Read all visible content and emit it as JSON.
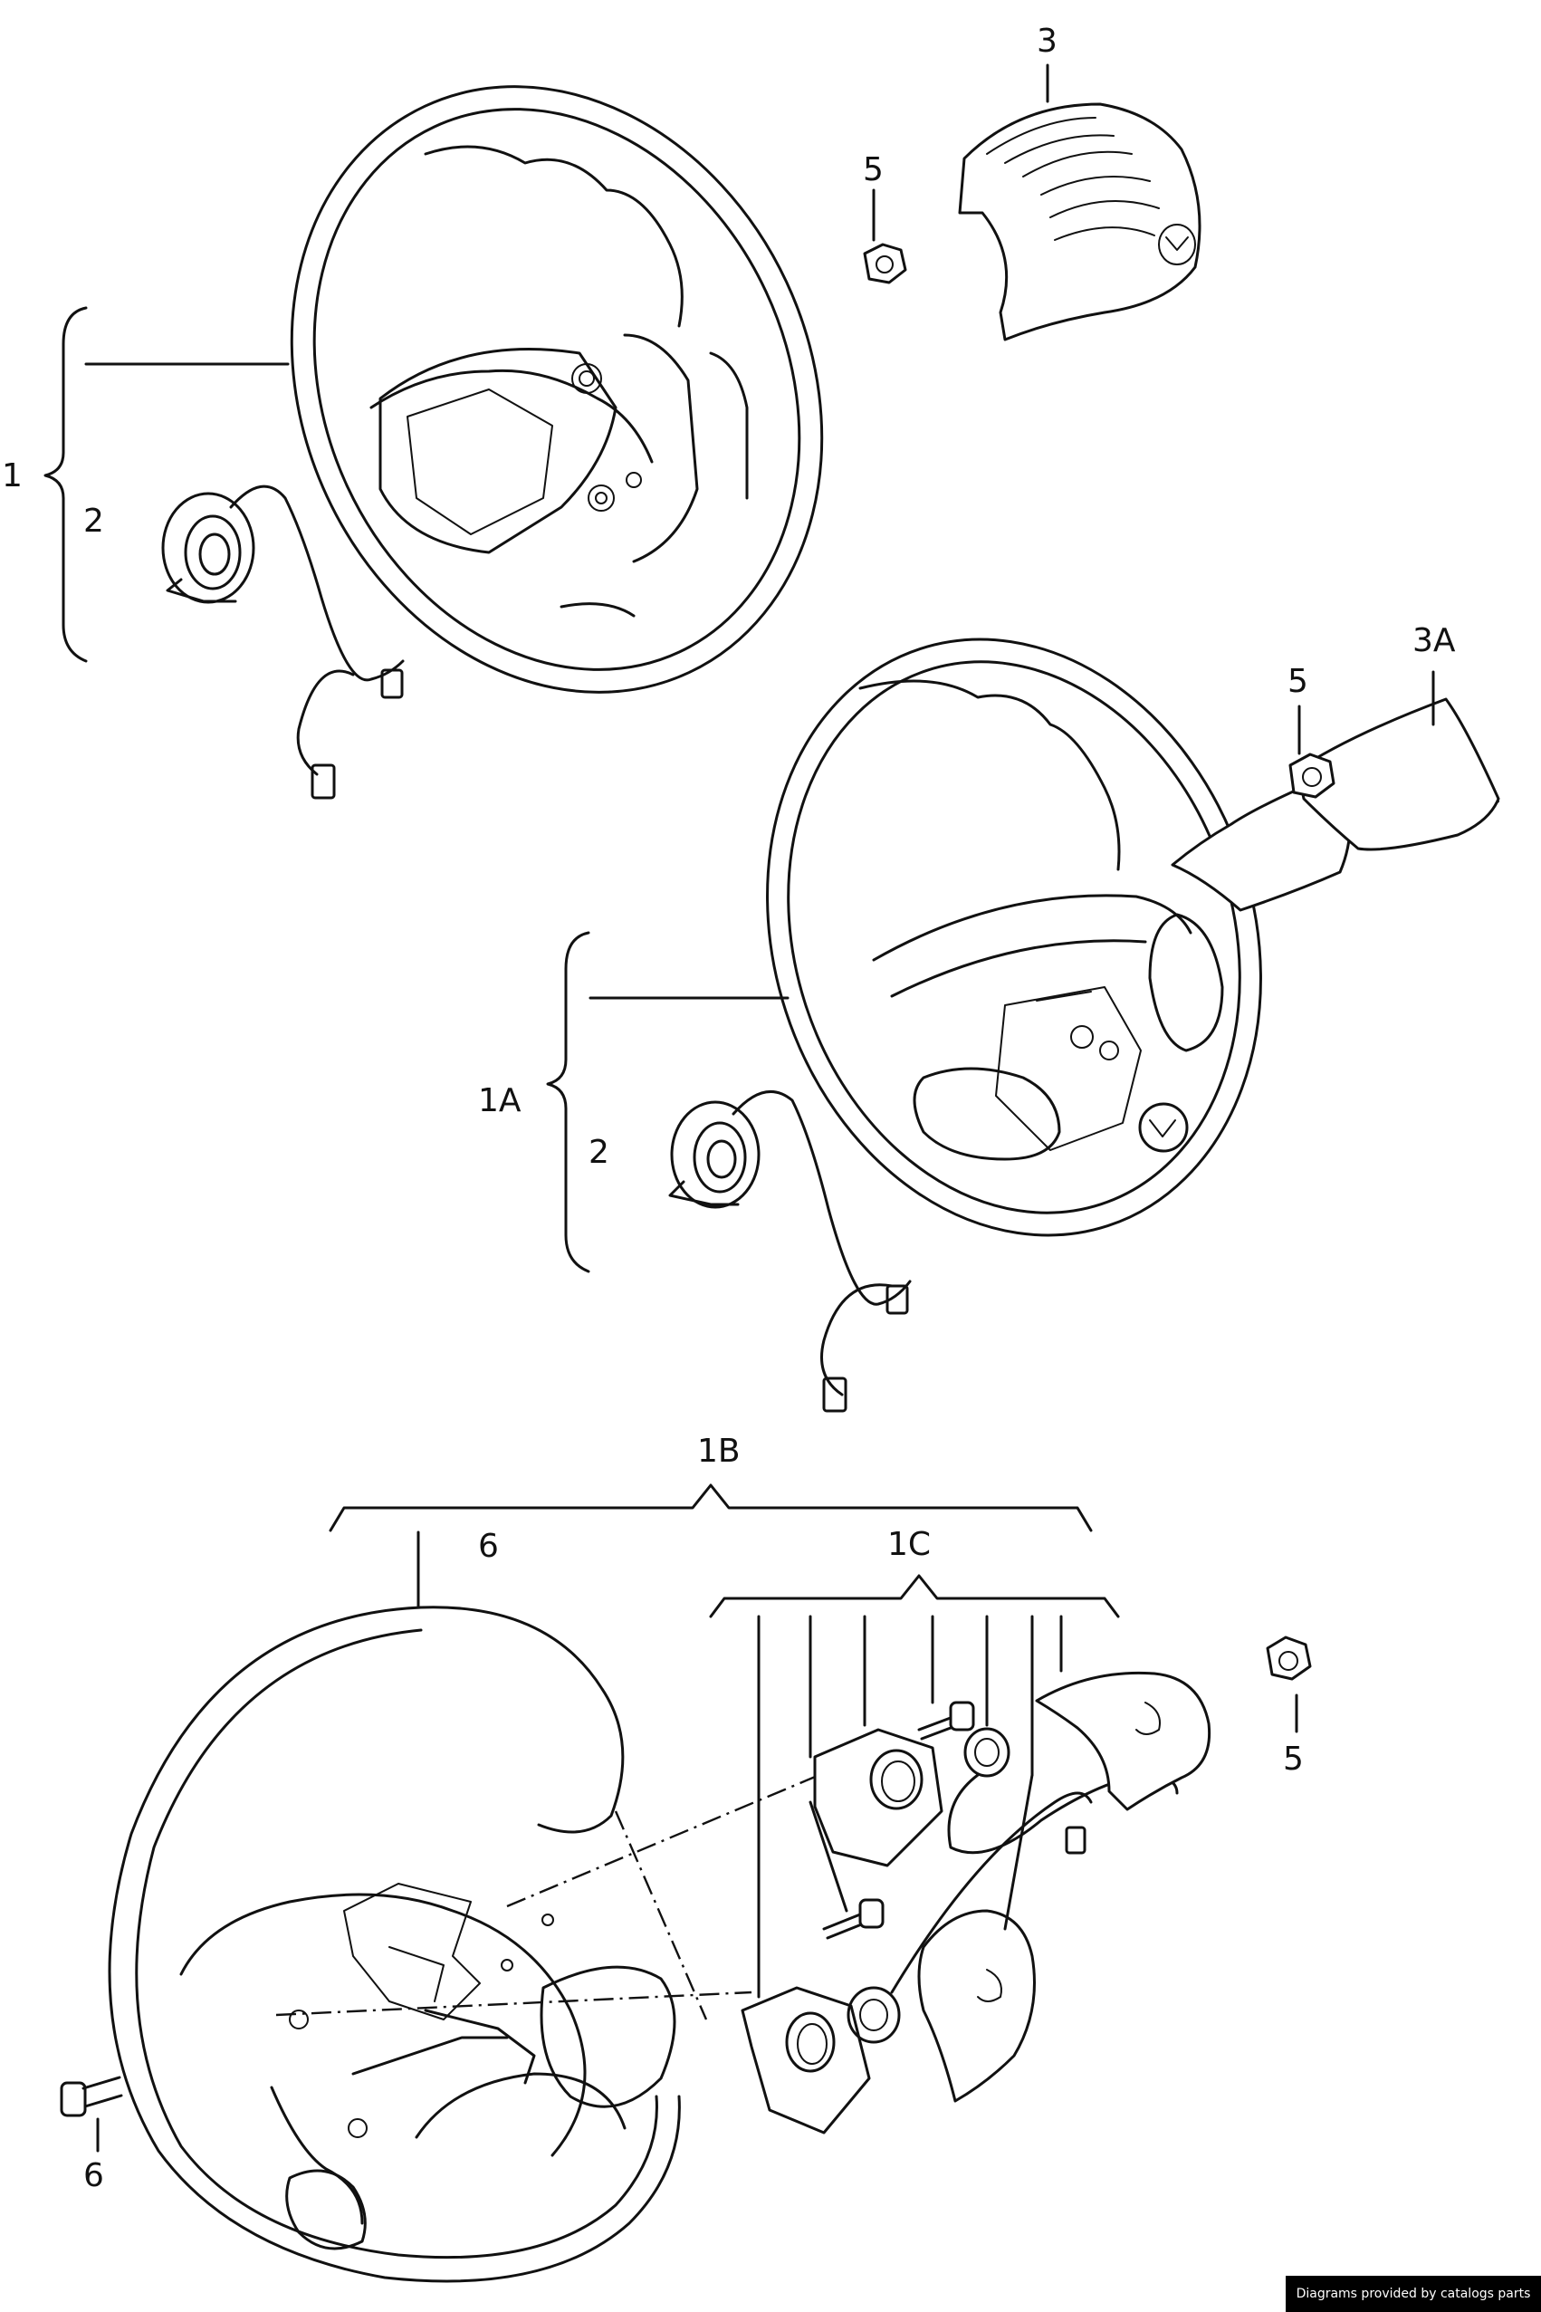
{
  "labels": {
    "l1": "1",
    "l2a": "2",
    "l2b": "2",
    "l3": "3",
    "l3a": "3A",
    "l5a": "5",
    "l5b": "5",
    "l5c": "5",
    "l1a": "1A",
    "l1b": "1B",
    "l6a": "6",
    "l1c": "1C",
    "l6b": "6"
  },
  "credit": "Diagrams provided by catalogs parts"
}
